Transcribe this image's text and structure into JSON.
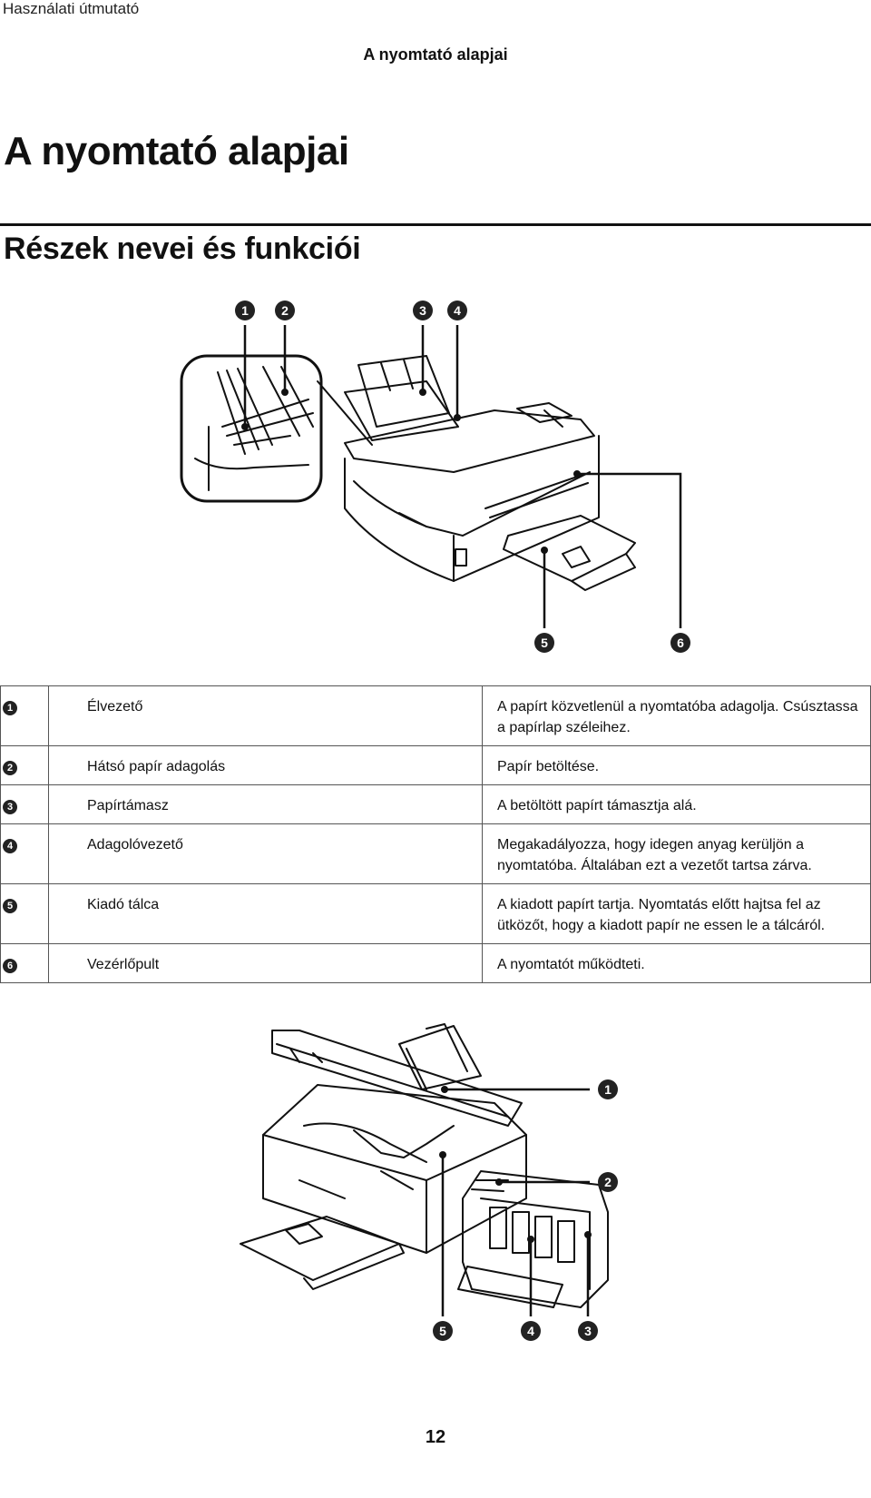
{
  "header": {
    "doc_title": "Használati útmutató",
    "section_title": "A nyomtató alapjai"
  },
  "headings": {
    "h1": "A nyomtató alapjai",
    "h2": "Részek nevei és funkciói"
  },
  "figure1": {
    "callouts": [
      "1",
      "2",
      "3",
      "4",
      "5",
      "6"
    ]
  },
  "parts": [
    {
      "num": "1",
      "name": "Élvezető",
      "desc": "A papírt közvetlenül a nyomtatóba adagolja. Csúsztassa a papírlap széleihez."
    },
    {
      "num": "2",
      "name": "Hátsó papír adagolás",
      "desc": "Papír betöltése."
    },
    {
      "num": "3",
      "name": "Papírtámasz",
      "desc": "A betöltött papírt támasztja alá."
    },
    {
      "num": "4",
      "name": "Adagolóvezető",
      "desc": "Megakadályozza, hogy idegen anyag kerüljön a nyomtatóba. Általában ezt a vezetőt tartsa zárva."
    },
    {
      "num": "5",
      "name": "Kiadó tálca",
      "desc": "A kiadott papírt tartja. Nyomtatás előtt hajtsa fel az ütközőt, hogy a kiadott papír ne essen le a tálcáról."
    },
    {
      "num": "6",
      "name": "Vezérlőpult",
      "desc": "A nyomtatót működteti."
    }
  ],
  "figure2": {
    "callouts": [
      "1",
      "2",
      "3",
      "4",
      "5"
    ]
  },
  "page_number": "12"
}
